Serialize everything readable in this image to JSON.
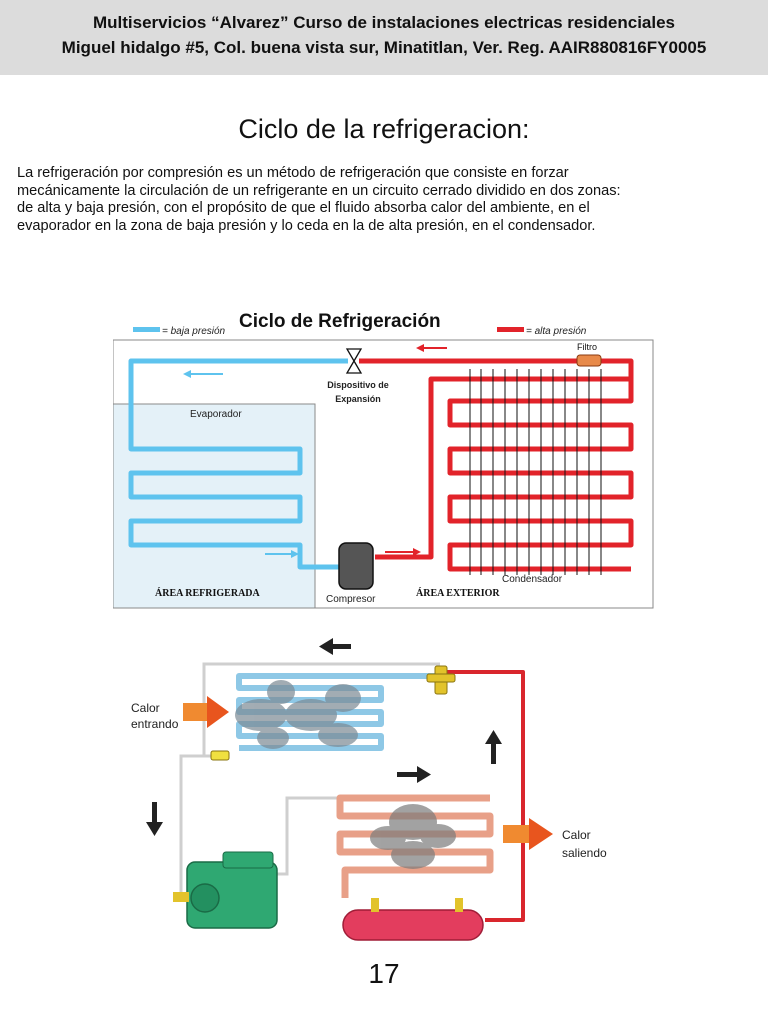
{
  "header": {
    "line1": "Multiservicios “Alvarez”  Curso de instalaciones electricas residenciales",
    "line2": "Miguel hidalgo #5, Col. buena vista sur, Minatitlan, Ver. Reg. AAIR880816FY0005"
  },
  "title": "Ciclo de la refrigeracion:",
  "intro": {
    "line1": "La refrigeración por compresión es un método de refrigeración que consiste en forzar",
    "line2": "mecánicamente la circulación de un refrigerante en un circuito cerrado dividido en dos zonas:",
    "line3": "de alta y baja presión, con el propósito de que el fluido absorba calor del ambiente, en el",
    "line4": "evaporador en la zona de baja presión y lo ceda en la de alta presión, en el condensador."
  },
  "diagram1": {
    "title": "Ciclo de Refrigeración",
    "legend_low": "= baja presión",
    "legend_high": "= alta presión",
    "filter_label": "Filtro",
    "expansion_label_1": "Dispositivo de",
    "expansion_label_2": "Expansión",
    "evaporator_label": "Evaporador",
    "refrigerated_area": "ÁREA REFRIGERADA",
    "compressor_label": "Compresor",
    "exterior_area": "ÁREA EXTERIOR",
    "condenser_label": "Condensador",
    "colors": {
      "low": "#5ec3ee",
      "high": "#e2232a"
    }
  },
  "diagram2": {
    "heat_in_1": "Calor",
    "heat_in_2": "entrando",
    "heat_out_1": "Calor",
    "heat_out_2": "saliendo"
  },
  "page_number": "17"
}
